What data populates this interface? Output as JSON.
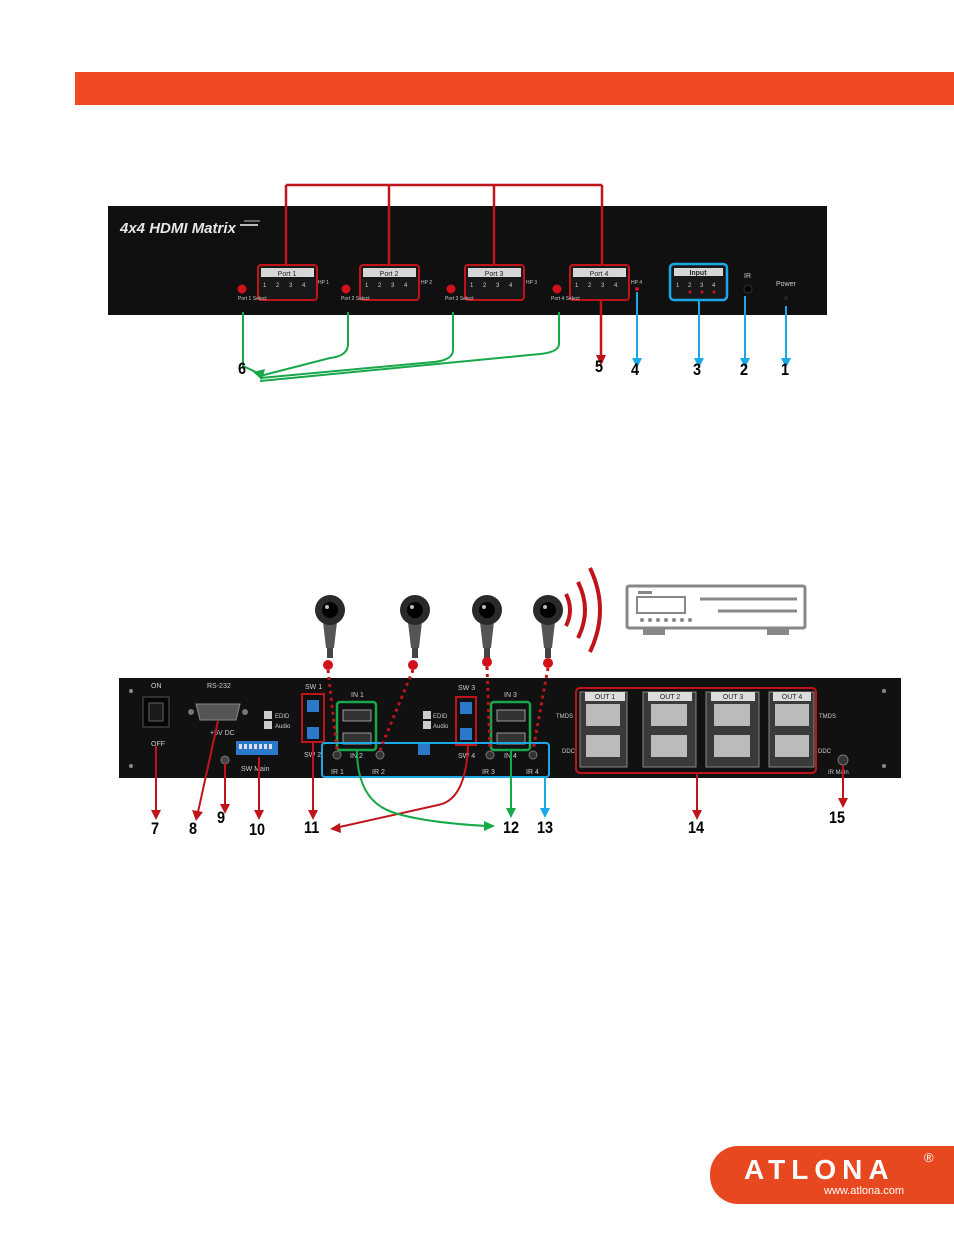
{
  "colors": {
    "banner": "#f04923",
    "logo_bg": "#e8481f",
    "red_callout": "#c0141b",
    "blue_callout": "#1ba8e8",
    "green_callout": "#17a84a"
  },
  "front_panel": {
    "title": "4x4 HDMI Matrix",
    "ports": [
      "Port 1",
      "Port 2",
      "Port 3",
      "Port 4"
    ],
    "port_numbers": [
      "1",
      "2",
      "3",
      "4"
    ],
    "select_labels": [
      "Port 1 Select",
      "Port 2 Select",
      "Port 3 Select",
      "Port 4 Select"
    ],
    "hp_labels": [
      "HP 1",
      "HP 2",
      "HP 3",
      "HP 4"
    ],
    "input_label": "Input",
    "ir_label": "IR",
    "power_label": "Power"
  },
  "front_callouts": [
    "6",
    "5",
    "4",
    "3",
    "2",
    "1"
  ],
  "rear_panel": {
    "on_label": "ON",
    "off_label": "OFF",
    "rs232_label": "RS-232",
    "dc_label": "+5V DC",
    "sw_main_label": "SW Main",
    "sw_labels": [
      "SW 1",
      "SW 2",
      "SW 3",
      "SW 4"
    ],
    "edid_label": "EDID",
    "audio_label": "Audio",
    "in_labels": [
      "IN 1",
      "IN 2",
      "IN 3",
      "IN 4"
    ],
    "ir_labels": [
      "IR 1",
      "IR 2",
      "IR 3",
      "IR 4"
    ],
    "out_labels": [
      "OUT 1",
      "OUT 2",
      "OUT 3",
      "OUT 4"
    ],
    "tmds_label": "TMDS",
    "ddc_label": "DDC",
    "ir_main_label": "IR Main"
  },
  "rear_callouts": [
    "7",
    "8",
    "9",
    "10",
    "11",
    "12",
    "13",
    "14",
    "15"
  ],
  "logo": {
    "brand": "ATLONA",
    "reg": "®",
    "url": "www.atlona.com"
  }
}
